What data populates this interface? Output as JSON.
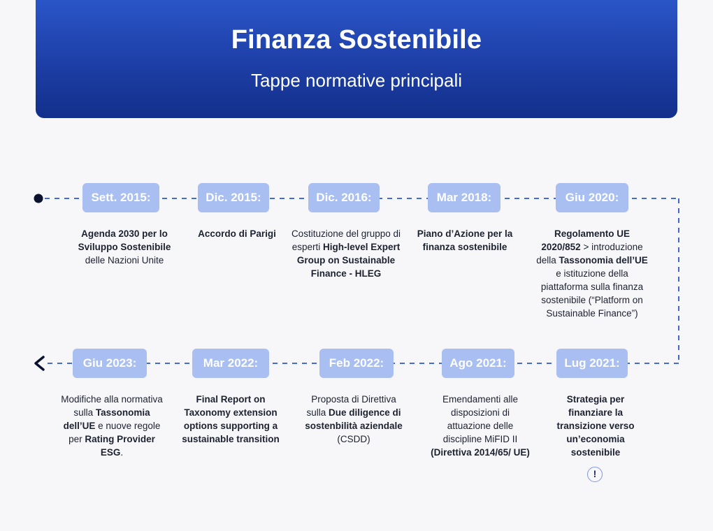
{
  "header": {
    "title": "Finanza Sostenibile",
    "subtitle": "Tappe normative principali"
  },
  "colors": {
    "header_top": "#2a55c7",
    "header_bottom": "#122f8a",
    "date_pill": "#a9bff2",
    "line": "#2d57c9",
    "text": "#1d2230"
  },
  "milestones": [
    {
      "date": "Sett. 2015:",
      "parts": [
        [
          "b",
          "Agenda 2030 per lo Sviluppo Sostenibile"
        ],
        [
          "t",
          " delle Nazioni Unite"
        ]
      ]
    },
    {
      "date": "Dic. 2015:",
      "parts": [
        [
          "b",
          "Accordo di Parigi"
        ]
      ]
    },
    {
      "date": "Dic. 2016:",
      "parts": [
        [
          "t",
          "Costituzione del gruppo di esperti "
        ],
        [
          "b",
          "High-level Expert Group on Sustainable Finance - HLEG"
        ]
      ]
    },
    {
      "date": "Mar 2018:",
      "parts": [
        [
          "b",
          "Piano d’Azione per la finanza sostenibile"
        ]
      ]
    },
    {
      "date": "Giu 2020:",
      "parts": [
        [
          "b",
          "Regolamento UE 2020/852"
        ],
        [
          "t",
          " > introduzione della "
        ],
        [
          "b",
          "Tassonomia dell’UE"
        ],
        [
          "t",
          " e istituzione della piattaforma sulla finanza sostenibile (“Platform on Sustainable Finance”)"
        ]
      ]
    },
    {
      "date": "Lug 2021:",
      "parts": [
        [
          "b",
          "Strategia per finanziare la transizione verso un’economia sostenibile"
        ]
      ],
      "icon": "exclamation-circle-icon"
    },
    {
      "date": "Ago 2021:",
      "parts": [
        [
          "t",
          "Emendamenti alle disposizioni di attuazione delle discipline MiFID II "
        ],
        [
          "b",
          "(Direttiva 2014/65/ UE)"
        ]
      ]
    },
    {
      "date": "Feb 2022:",
      "parts": [
        [
          "t",
          "Proposta di Direttiva sulla "
        ],
        [
          "b",
          "Due diligence di sostenbilità aziendale"
        ],
        [
          "t",
          " (CSDD)"
        ]
      ]
    },
    {
      "date": "Mar 2022:",
      "parts": [
        [
          "b",
          "Final Report on Taxonomy extension options supporting a sustainable transition"
        ]
      ]
    },
    {
      "date": "Giu 2023:",
      "parts": [
        [
          "t",
          "Modifiche alla normativa sulla "
        ],
        [
          "b",
          "Tassonomia dell’UE"
        ],
        [
          "t",
          " e nuove regole per "
        ],
        [
          "b",
          "Rating Provider ESG"
        ],
        [
          "t",
          "."
        ]
      ]
    }
  ],
  "info_icon": {
    "symbol": "!",
    "name": "exclamation-circle-icon"
  },
  "timeline_icons": {
    "start": "start-dot-icon",
    "end": "chevron-left-icon"
  }
}
